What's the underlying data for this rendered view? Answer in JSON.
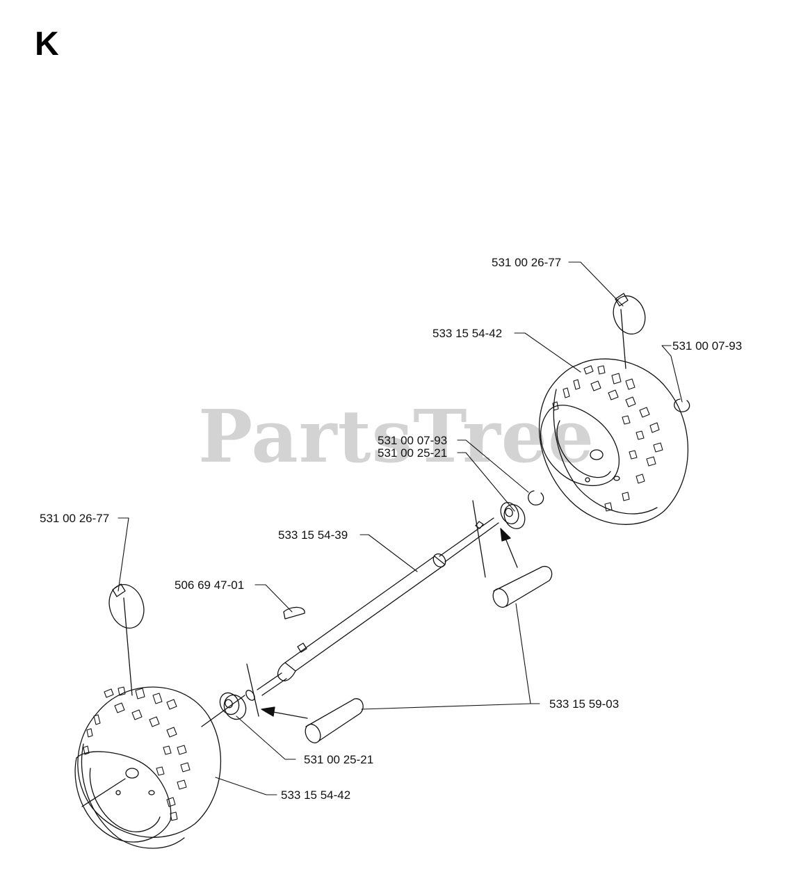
{
  "section_letter": "K",
  "watermark": "PartsTree",
  "labels": {
    "lynch_pin_right": "531 00 26-77",
    "wheel_right": "533 15 54-42",
    "retaining_ring_outer_right": "531 00 07-93",
    "retaining_ring_inner_right": "531 00 07-93",
    "bearing_right": "531 00 25-21",
    "axle": "533 15 54-39",
    "lynch_pin_left": "531 00 26-77",
    "key": "506 69 47-01",
    "sleeve": "533 15 59-03",
    "bearing_left": "531 00 25-21",
    "wheel_left": "533 15 54-42"
  }
}
